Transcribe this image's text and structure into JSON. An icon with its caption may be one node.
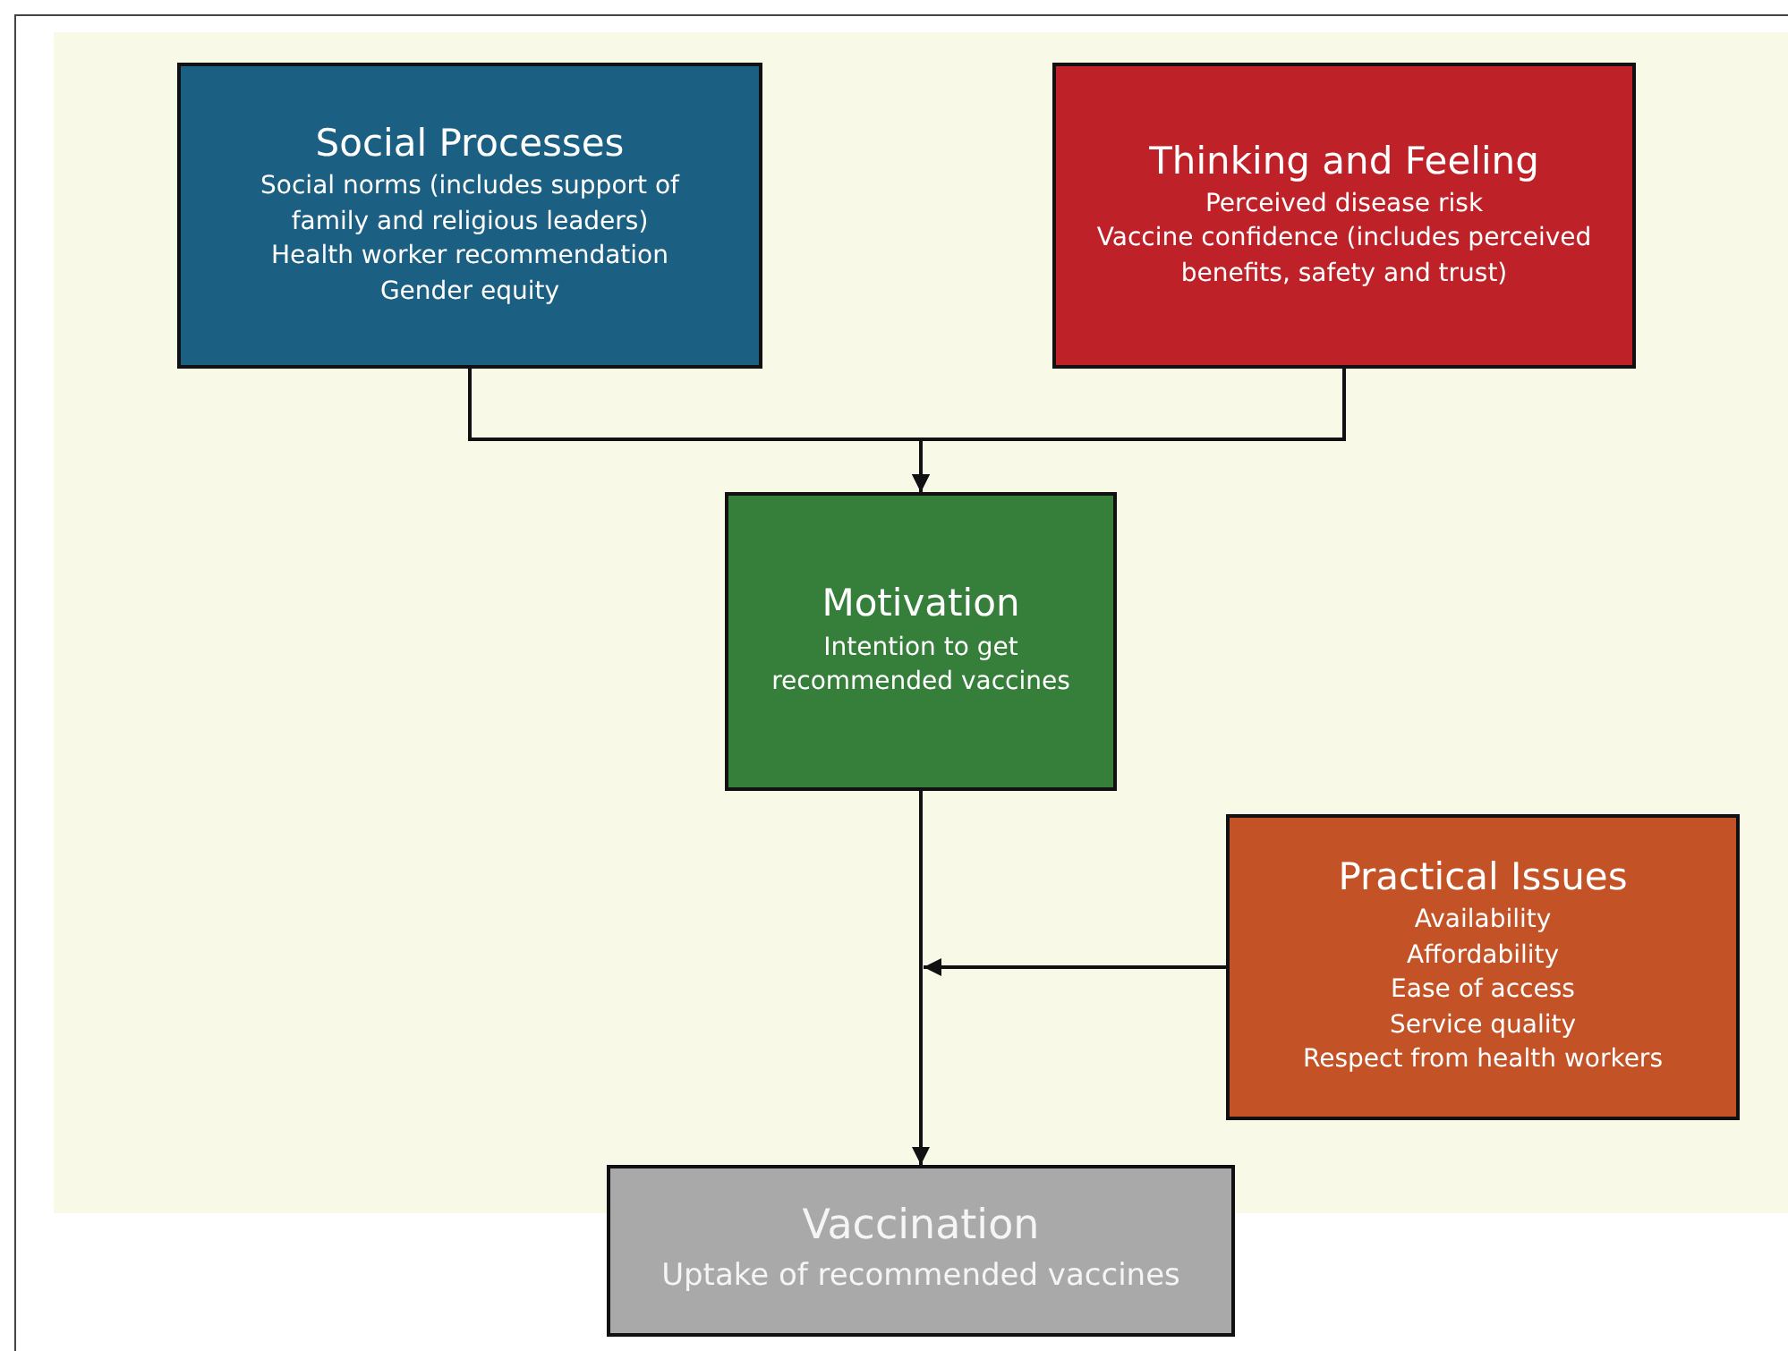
{
  "diagram": {
    "nodes": [
      {
        "text": [
          "Social Processes",
          "Social norms (includes support of family and religious leaders)",
          "Health worker recommendation",
          "Gender equity"
        ]
      },
      {
        "text": [
          "Thinking and Feeling",
          "Perceived disease risk",
          "Vaccine confidence (includes perceived benefits, safety and trust)"
        ]
      },
      {
        "text": [
          "Motivation",
          "Intention to get recommended vaccines"
        ]
      },
      {
        "text": [
          "Practical Issues",
          "Availability",
          "Affordability",
          "Ease of access",
          "Service quality",
          "Respect from health workers"
        ]
      },
      {
        "text": [
          "Vaccination",
          "Uptake of recommended vaccines"
        ]
      }
    ],
    "edges": [
      {
        "from": 0,
        "to": 2,
        "arrow": "to"
      },
      {
        "from": 1,
        "to": 2,
        "arrow": "to"
      },
      {
        "from": 2,
        "to": 4,
        "arrow": "to"
      },
      {
        "from": 3,
        "to": null,
        "arrow": "to"
      }
    ]
  }
}
